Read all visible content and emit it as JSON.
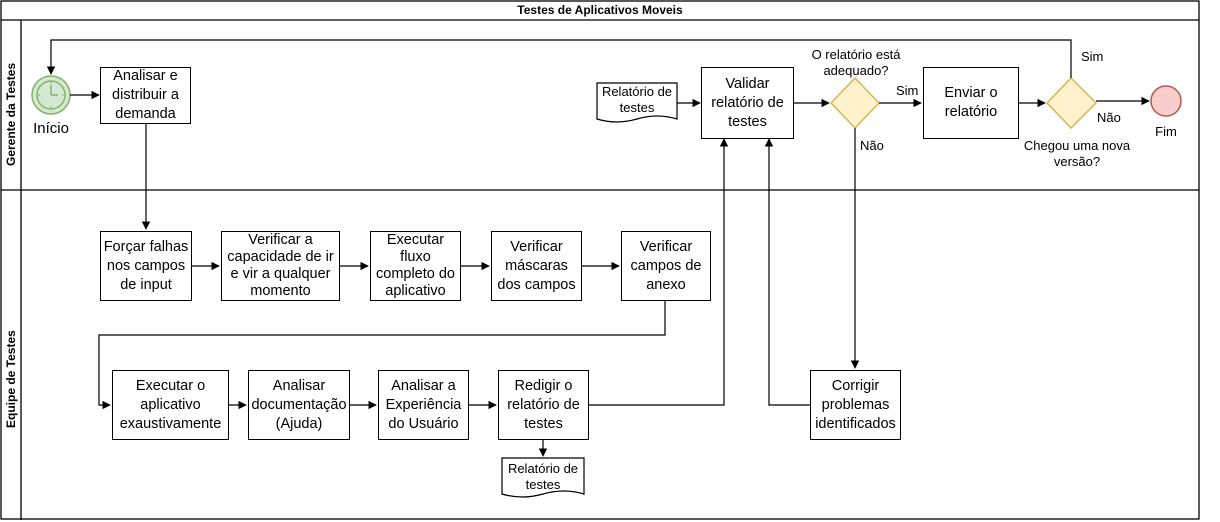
{
  "pool_title": "Testes de Aplicativos Moveis",
  "lanes": {
    "manager": "Gerente da Testes",
    "team": "Equipe de Testes"
  },
  "events": {
    "start_label": "Início",
    "end_label": "Fim",
    "start_color": "#d5e8d4",
    "start_stroke": "#82b366",
    "end_color": "#f8cecc",
    "end_stroke": "#b85450"
  },
  "tasks": {
    "analisar_distribuir": "Analisar e\ndistribuir a\ndemanda",
    "validar_relatorio": "Validar\nrelatório de\ntestes",
    "enviar_relatorio": "Enviar o\nrelatório",
    "forcar_falhas": "Forçar falhas\nnos campos\nde input",
    "verificar_capacidade": "Verificar a\ncapacidade de ir\ne vir a qualquer\nmomento",
    "executar_fluxo": "Executar\nfluxo\ncompleto do\naplicativo",
    "verificar_mascaras": "Verificar\nmáscaras\ndos campos",
    "verificar_anexo": "Verificar\ncampos de\nanexo",
    "executar_exaustivamente": "Executar o\naplicativo\nexaustivamente",
    "analisar_documentacao": "Analisar\ndocumentação\n(Ajuda)",
    "analisar_experiencia": "Analisar a\nExperiência\ndo Usuário",
    "redigir_relatorio": "Redigir o\nrelatório de\ntestes",
    "corrigir_problemas": "Corrigir\nproblemas\nidentificados"
  },
  "documents": {
    "doc_input": "Relatório de\ntestes",
    "doc_output": "Relatório de\ntestes"
  },
  "gateways": {
    "gw_adequado_question": "O relatório está\nadequado?",
    "gw_nova_versao_question": "Chegou uma nova\nversão?",
    "gateway_color": "#fff2cc",
    "gateway_stroke": "#d6b656"
  },
  "edge_labels": {
    "adequado_sim": "Sim",
    "adequado_nao": "Não",
    "nova_versao_sim": "Sim",
    "nova_versao_nao": "Não"
  }
}
